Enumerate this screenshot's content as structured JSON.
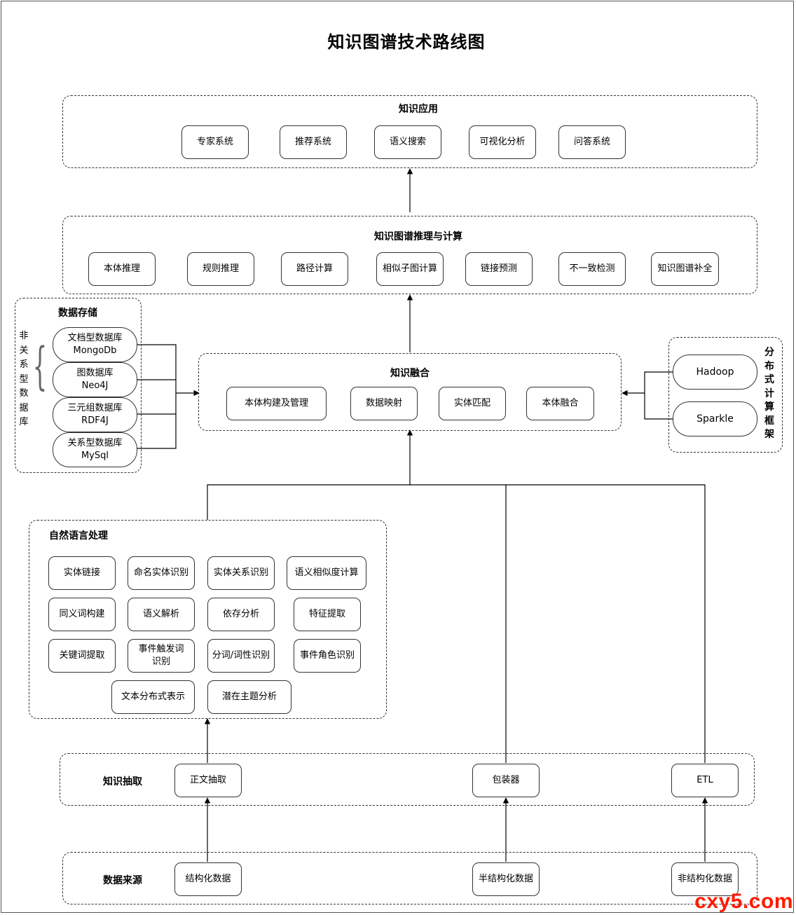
{
  "title": "知识图谱技术路线图",
  "app": {
    "label": "知识应用",
    "items": [
      "专家系统",
      "推荐系统",
      "语义搜索",
      "可视化分析",
      "问答系统"
    ]
  },
  "reasoning": {
    "label": "知识图谱推理与计算",
    "items": [
      "本体推理",
      "规则推理",
      "路径计算",
      "相似子图计算",
      "链接预测",
      "不一致检测",
      "知识图谱补全"
    ]
  },
  "fusion": {
    "label": "知识融合",
    "items": [
      "本体构建及管理",
      "数据映射",
      "实体匹配",
      "本体融合"
    ]
  },
  "storage": {
    "label": "数据存储",
    "side_label": "非\n关\n系\n型\n数\n据\n库",
    "items": [
      "文档型数据库\nMongoDb",
      "图数据库\nNeo4J",
      "三元组数据库\nRDF4J",
      "关系型数据库\nMySql"
    ]
  },
  "distributed": {
    "label": "分\n布\n式\n计\n算\n框\n架",
    "items": [
      "Hadoop",
      "Sparkle"
    ]
  },
  "nlp": {
    "label": "自然语言处理",
    "items": [
      "实体链接",
      "命名实体识别",
      "实体关系识别",
      "语义相似度计算",
      "同义词构建",
      "语义解析",
      "依存分析",
      "特征提取",
      "关键词提取",
      "事件触发词\n识别",
      "分词/词性识别",
      "事件角色识别",
      "文本分布式表示",
      "潜在主题分析"
    ]
  },
  "extraction": {
    "label": "知识抽取",
    "items": [
      "正文抽取",
      "包装器",
      "ETL"
    ]
  },
  "sources": {
    "label": "数据来源",
    "items": [
      "结构化数据",
      "半结构化数据",
      "非结构化数据"
    ]
  },
  "watermark": "cxy5.com"
}
